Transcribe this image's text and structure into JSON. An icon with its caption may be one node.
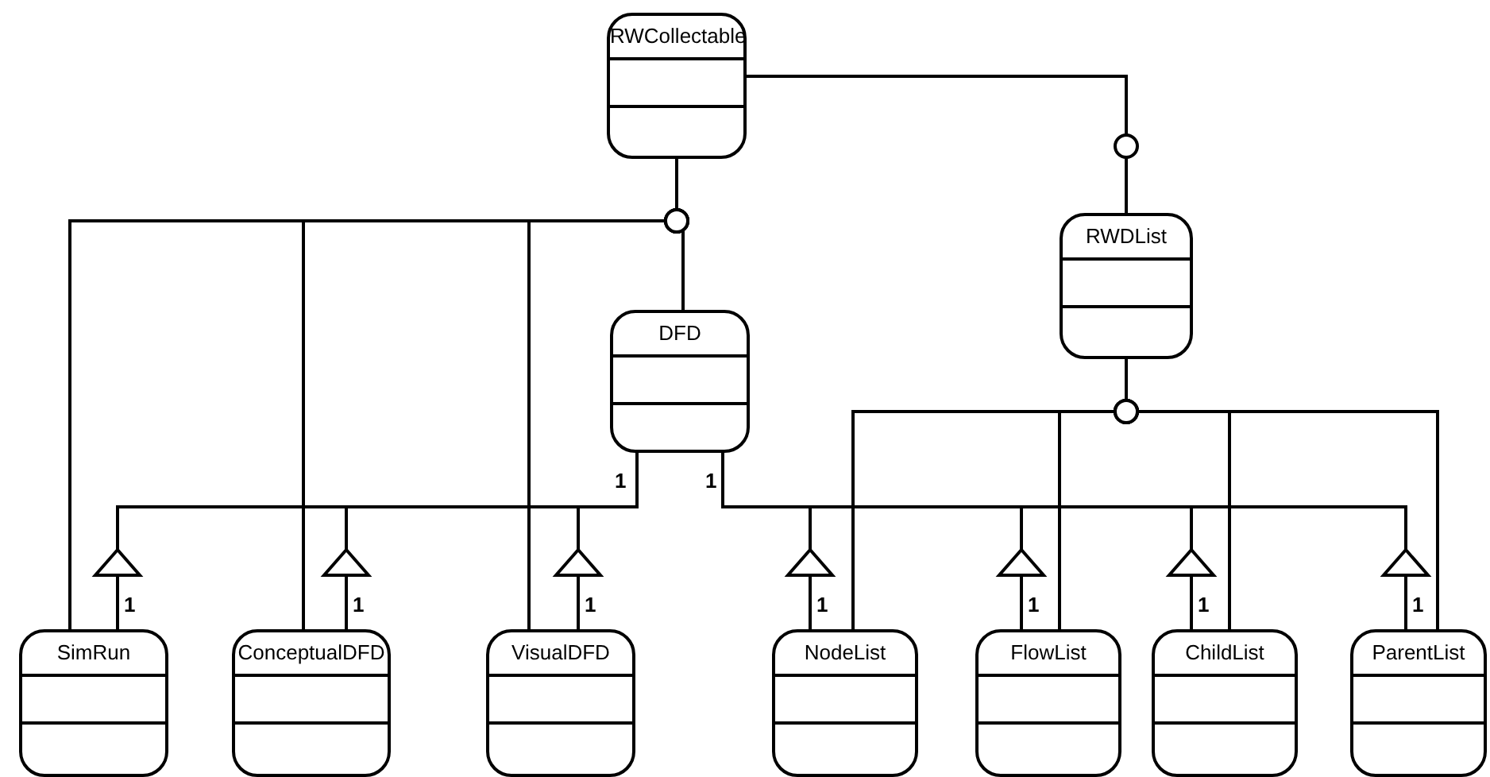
{
  "diagram": {
    "nodes": [
      {
        "text": [
          "RWCollectable"
        ]
      },
      {
        "text": [
          "RWDList"
        ]
      },
      {
        "text": [
          "DFD"
        ]
      },
      {
        "text": [
          "SimRun"
        ]
      },
      {
        "text": [
          "ConceptualDFD"
        ]
      },
      {
        "text": [
          "VisualDFD"
        ]
      },
      {
        "text": [
          "NodeList"
        ]
      },
      {
        "text": [
          "FlowList"
        ]
      },
      {
        "text": [
          "ChildList"
        ]
      },
      {
        "text": [
          "ParentList"
        ]
      }
    ],
    "edges": [
      {
        "from": 0,
        "to": 2,
        "arrow": "none"
      },
      {
        "from": 0,
        "to": 3,
        "arrow": "none"
      },
      {
        "from": 0,
        "to": 4,
        "arrow": "none"
      },
      {
        "from": 0,
        "to": 5,
        "arrow": "none"
      },
      {
        "from": 0,
        "to": 1,
        "arrow": "none"
      },
      {
        "from": 1,
        "to": 6,
        "arrow": "none"
      },
      {
        "from": 1,
        "to": 7,
        "arrow": "none"
      },
      {
        "from": 1,
        "to": 8,
        "arrow": "none"
      },
      {
        "from": 1,
        "to": 9,
        "arrow": "none"
      },
      {
        "from": 3,
        "to": 2,
        "arrow": "to",
        "label": "1"
      },
      {
        "from": 4,
        "to": 2,
        "arrow": "to",
        "label": "1"
      },
      {
        "from": 5,
        "to": 2,
        "arrow": "to",
        "label": "1"
      },
      {
        "from": 6,
        "to": 2,
        "arrow": "to",
        "label": "1"
      },
      {
        "from": 7,
        "to": 2,
        "arrow": "to",
        "label": "1"
      },
      {
        "from": 8,
        "to": 2,
        "arrow": "to",
        "label": "1"
      },
      {
        "from": 9,
        "to": 2,
        "arrow": "to",
        "label": "1"
      }
    ],
    "labels": [
      "1",
      "1"
    ]
  }
}
